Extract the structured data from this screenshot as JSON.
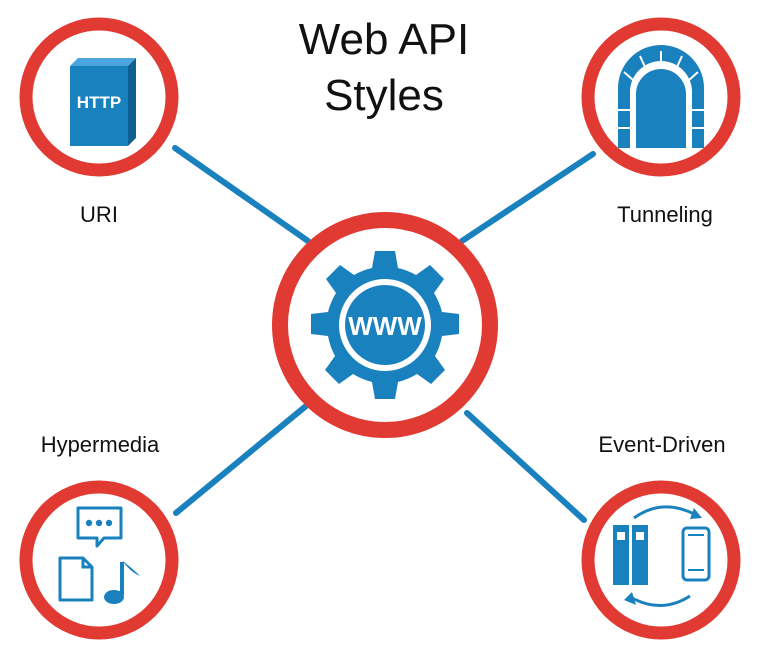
{
  "title": {
    "line1": "Web API",
    "line2": "Styles"
  },
  "center": {
    "label": "WWW",
    "icon": "gear-icon"
  },
  "nodes": {
    "uri": {
      "label": "URI",
      "icon": "http-box-icon"
    },
    "tunneling": {
      "label": "Tunneling",
      "icon": "tunnel-icon"
    },
    "hypermedia": {
      "label": "Hypermedia",
      "icon": "media-icon"
    },
    "event_driven": {
      "label": "Event-Driven",
      "icon": "server-phone-sync-icon"
    },
    "uri_icon_text": "HTTP"
  },
  "colors": {
    "ring": "#e03a32",
    "accent": "#1a81bf",
    "text": "#111111"
  }
}
